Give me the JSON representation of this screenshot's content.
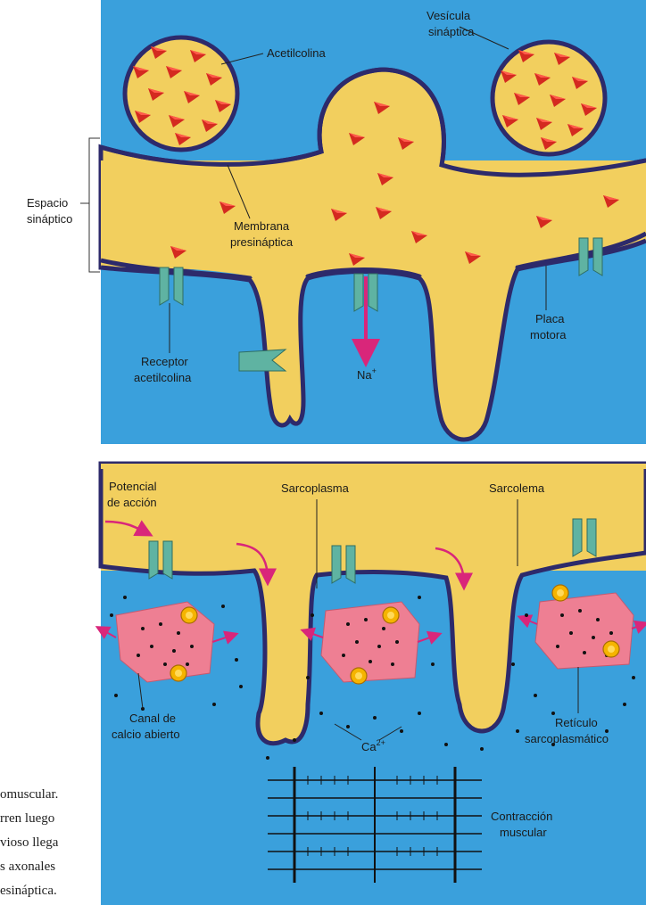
{
  "top_panel": {
    "labels": {
      "acetilcolina": "Acetilcolina",
      "vesicula_1": "Vesícula",
      "vesicula_2": "sináptica",
      "espacio_1": "Espacio",
      "espacio_2": "sináptico",
      "membrana_1": "Membrana",
      "membrana_2": "presináptica",
      "receptor_1": "Receptor",
      "receptor_2": "acetilcolina",
      "na": "Na",
      "na_sup": "+",
      "placa_1": "Placa",
      "placa_2": "motora"
    }
  },
  "bottom_panel": {
    "labels": {
      "potencial_1": "Potencial",
      "potencial_2": "de acción",
      "sarcoplasma": "Sarcoplasma",
      "sarcolema": "Sarcolema",
      "canal_1": "Canal de",
      "canal_2": "calcio abierto",
      "ca": "Ca",
      "ca_sup": "2+",
      "reticulo_1": "Retículo",
      "reticulo_2": "sarcoplasmático",
      "contraccion_1": "Contracción",
      "contraccion_2": "muscular"
    }
  },
  "side_caption": {
    "lines": [
      "omuscular.",
      "rren luego",
      "vioso llega",
      "s axonales",
      "esináptica."
    ]
  },
  "colors": {
    "blue": "#3aa0dc",
    "yellow": "#f2cf5e",
    "membrane": "#2d2a6b",
    "triangle": "#d42a20",
    "receptor": "#5fb3a2",
    "reticulum": "#ee7f93",
    "arrow": "#d9267a"
  }
}
